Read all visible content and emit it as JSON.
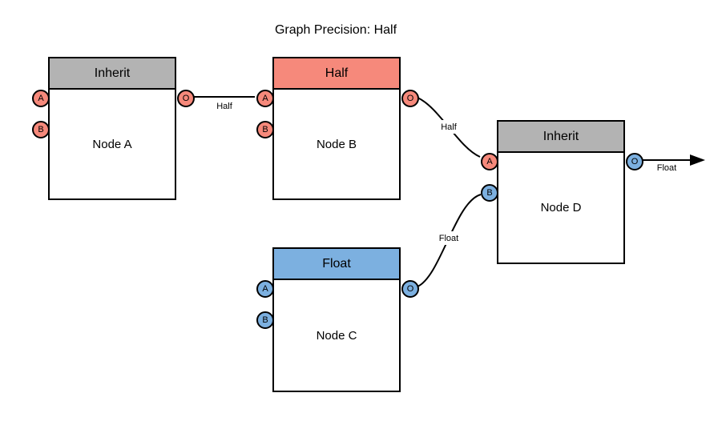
{
  "title": "Graph Precision: Half",
  "colors": {
    "gray": "#B3B3B3",
    "half": "#F6897B",
    "float": "#7CB0E0",
    "stroke": "#000000",
    "bg": "#FFFFFF",
    "text": "#000000"
  },
  "nodes": [
    {
      "label": "Node A",
      "header": "Inherit",
      "header_color": "gray",
      "ports": [
        {
          "name": "A",
          "color": "half"
        },
        {
          "name": "B",
          "color": "half"
        },
        {
          "name": "O",
          "color": "half"
        }
      ]
    },
    {
      "label": "Node B",
      "header": "Half",
      "header_color": "half",
      "ports": [
        {
          "name": "A",
          "color": "half"
        },
        {
          "name": "B",
          "color": "half"
        },
        {
          "name": "O",
          "color": "half"
        }
      ]
    },
    {
      "label": "Node C",
      "header": "Float",
      "header_color": "float",
      "ports": [
        {
          "name": "A",
          "color": "float"
        },
        {
          "name": "B",
          "color": "float"
        },
        {
          "name": "O",
          "color": "float"
        }
      ]
    },
    {
      "label": "Node D",
      "header": "Inherit",
      "header_color": "gray",
      "ports": [
        {
          "name": "A",
          "color": "half"
        },
        {
          "name": "B",
          "color": "float"
        },
        {
          "name": "O",
          "color": "float"
        }
      ]
    }
  ],
  "edges": [
    {
      "from": "Node A.O",
      "to": "Node B.A",
      "label": "Half"
    },
    {
      "from": "Node B.O",
      "to": "Node D.A",
      "label": "Half"
    },
    {
      "from": "Node C.O",
      "to": "Node D.B",
      "label": "Float"
    },
    {
      "from": "Node D.O",
      "to": "output",
      "label": "Float"
    }
  ]
}
